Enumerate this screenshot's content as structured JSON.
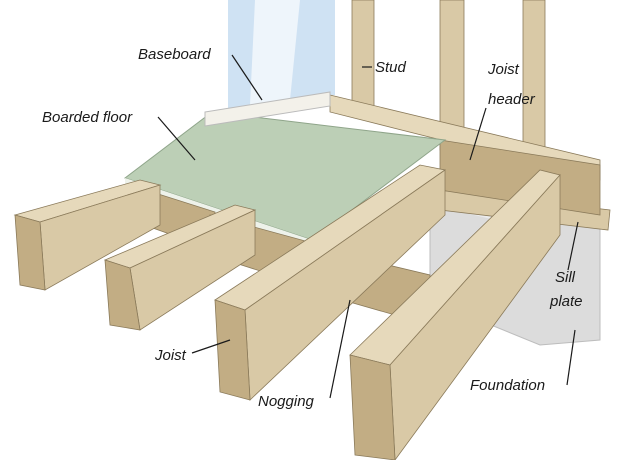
{
  "diagram": {
    "title": "Floor framing cross-section",
    "labels": {
      "baseboard": "Baseboard",
      "stud": "Stud",
      "joist_header_1": "Joist",
      "joist_header_2": "header",
      "boarded_floor": "Boarded floor",
      "sill_plate_1": "Sill",
      "sill_plate_2": "plate",
      "joist": "Joist",
      "nogging": "Nogging",
      "foundation": "Foundation"
    },
    "colors": {
      "wood": "#d9c9a6",
      "floor_board": "#bccfb6",
      "wall": "#cfe2f3",
      "foundation": "#dcdcdc"
    }
  }
}
